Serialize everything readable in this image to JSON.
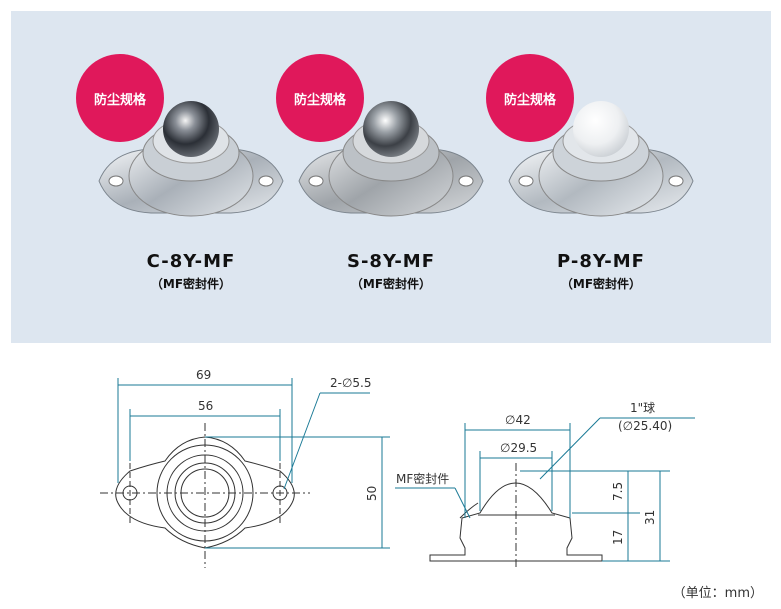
{
  "badge_text": "防尘规格",
  "products": [
    {
      "name": "C-8Y-MF",
      "sub": "（MF密封件）",
      "ball": "chrome"
    },
    {
      "name": "S-8Y-MF",
      "sub": "（MF密封件）",
      "ball": "steel"
    },
    {
      "name": "P-8Y-MF",
      "sub": "（MF密封件）",
      "ball": "white"
    }
  ],
  "drawing": {
    "front": {
      "w1": "69",
      "w2": "56",
      "holes": "2-∅5.5",
      "h": "50"
    },
    "side": {
      "d1": "∅42",
      "d2": "∅29.5",
      "ball": "1\"球",
      "ball_dia": "(∅25.40)",
      "seal": "MF密封件",
      "h1": "7.5",
      "h2": "17",
      "h3": "31"
    }
  },
  "unit": "（单位：mm）",
  "colors": {
    "panel": "#dde6f0",
    "badge": "#e0185b",
    "line": "#1a7a96"
  }
}
